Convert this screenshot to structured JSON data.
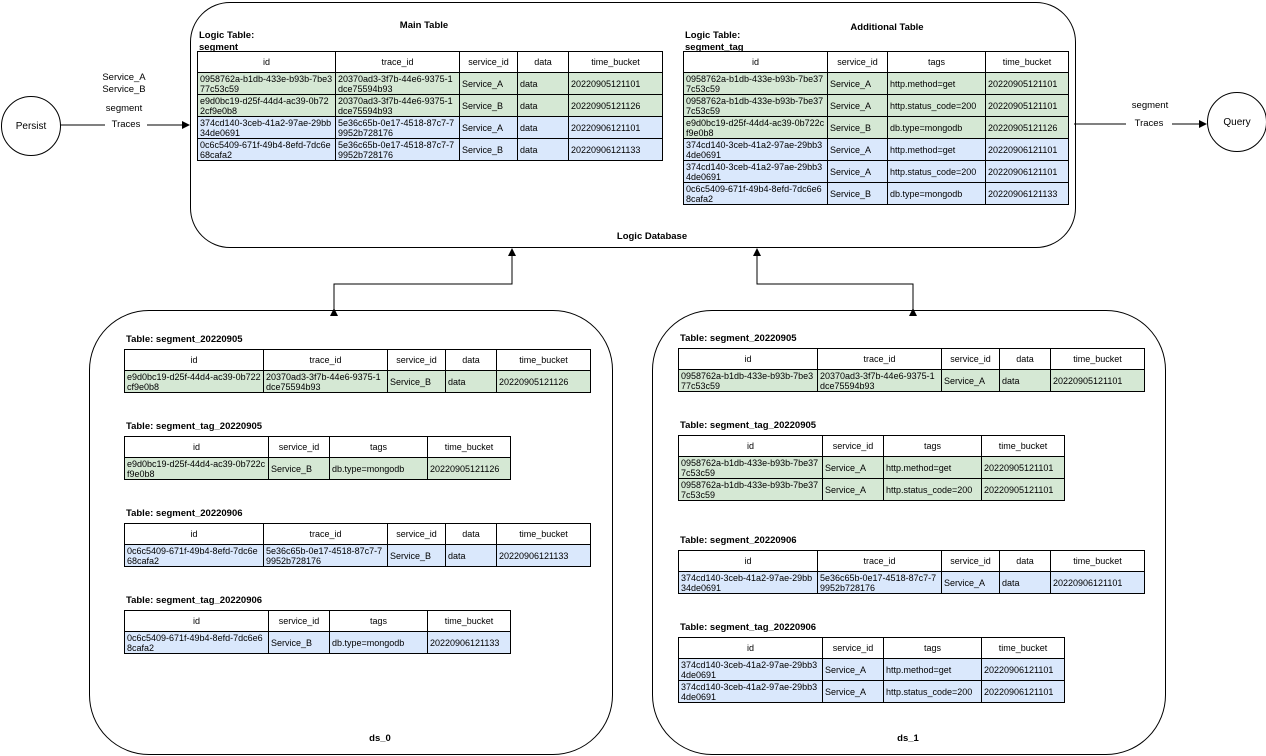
{
  "persist_label": "Persist",
  "query_label": "Query",
  "left_edge": {
    "line1": "Service_A",
    "line2": "Service_B",
    "line3": "segment",
    "line4": "Traces"
  },
  "right_edge": {
    "line1": "segment",
    "line2": "Traces"
  },
  "logic_db": {
    "label": "Logic Database",
    "main_title": "Main Table",
    "additional_title": "Additional  Table",
    "main_caption_1": "Logic Table:",
    "main_caption_2": "segment",
    "additional_caption_1": "Logic Table:",
    "additional_caption_2": "segment_tag",
    "main_table": {
      "headers": [
        "id",
        "trace_id",
        "service_id",
        "data",
        "time_bucket"
      ],
      "rows": [
        [
          "0958762a-b1db-433e-b93b-7be377c53c59",
          "20370ad3-3f7b-44e6-9375-1dce75594b93",
          "Service_A",
          "data",
          "20220905121101"
        ],
        [
          "e9d0bc19-d25f-44d4-ac39-0b722cf9e0b8",
          "20370ad3-3f7b-44e6-9375-1dce75594b93",
          "Service_B",
          "data",
          "20220905121126"
        ],
        [
          "374cd140-3ceb-41a2-97ae-29bb34de0691",
          "5e36c65b-0e17-4518-87c7-79952b728176",
          "Service_A",
          "data",
          "20220906121101"
        ],
        [
          "0c6c5409-671f-49b4-8efd-7dc6e68cafa2",
          "5e36c65b-0e17-4518-87c7-79952b728176",
          "Service_B",
          "data",
          "20220906121133"
        ]
      ]
    },
    "additional_table": {
      "headers": [
        "id",
        "service_id",
        "tags",
        "time_bucket"
      ],
      "rows": [
        [
          "0958762a-b1db-433e-b93b-7be377c53c59",
          "Service_A",
          "http.method=get",
          "20220905121101"
        ],
        [
          "0958762a-b1db-433e-b93b-7be377c53c59",
          "Service_A",
          "http.status_code=200",
          "20220905121101"
        ],
        [
          "e9d0bc19-d25f-44d4-ac39-0b722cf9e0b8",
          "Service_B",
          "db.type=mongodb",
          "20220905121126"
        ],
        [
          "374cd140-3ceb-41a2-97ae-29bb34de0691",
          "Service_A",
          "http.method=get",
          "20220906121101"
        ],
        [
          "374cd140-3ceb-41a2-97ae-29bb34de0691",
          "Service_A",
          "http.status_code=200",
          "20220906121101"
        ],
        [
          "0c6c5409-671f-49b4-8efd-7dc6e68cafa2",
          "Service_B",
          "db.type=mongodb",
          "20220906121133"
        ]
      ]
    }
  },
  "ds_0": {
    "label": "ds_0",
    "t1": {
      "caption": "Table: segment_20220905",
      "headers": [
        "id",
        "trace_id",
        "service_id",
        "data",
        "time_bucket"
      ],
      "rows": [
        [
          "e9d0bc19-d25f-44d4-ac39-0b722cf9e0b8",
          "20370ad3-3f7b-44e6-9375-1dce75594b93",
          "Service_B",
          "data",
          "20220905121126"
        ]
      ]
    },
    "t2": {
      "caption": "Table: segment_tag_20220905",
      "headers": [
        "id",
        "service_id",
        "tags",
        "time_bucket"
      ],
      "rows": [
        [
          "e9d0bc19-d25f-44d4-ac39-0b722cf9e0b8",
          "Service_B",
          "db.type=mongodb",
          "20220905121126"
        ]
      ]
    },
    "t3": {
      "caption": "Table: segment_20220906",
      "headers": [
        "id",
        "trace_id",
        "service_id",
        "data",
        "time_bucket"
      ],
      "rows": [
        [
          "0c6c5409-671f-49b4-8efd-7dc6e68cafa2",
          "5e36c65b-0e17-4518-87c7-79952b728176",
          "Service_B",
          "data",
          "20220906121133"
        ]
      ]
    },
    "t4": {
      "caption": "Table: segment_tag_20220906",
      "headers": [
        "id",
        "service_id",
        "tags",
        "time_bucket"
      ],
      "rows": [
        [
          "0c6c5409-671f-49b4-8efd-7dc6e68cafa2",
          "Service_B",
          "db.type=mongodb",
          "20220906121133"
        ]
      ]
    }
  },
  "ds_1": {
    "label": "ds_1",
    "t1": {
      "caption": "Table: segment_20220905",
      "headers": [
        "id",
        "trace_id",
        "service_id",
        "data",
        "time_bucket"
      ],
      "rows": [
        [
          "0958762a-b1db-433e-b93b-7be377c53c59",
          "20370ad3-3f7b-44e6-9375-1dce75594b93",
          "Service_A",
          "data",
          "20220905121101"
        ]
      ]
    },
    "t2": {
      "caption": "Table: segment_tag_20220905",
      "headers": [
        "id",
        "service_id",
        "tags",
        "time_bucket"
      ],
      "rows": [
        [
          "0958762a-b1db-433e-b93b-7be377c53c59",
          "Service_A",
          "http.method=get",
          "20220905121101"
        ],
        [
          "0958762a-b1db-433e-b93b-7be377c53c59",
          "Service_A",
          "http.status_code=200",
          "20220905121101"
        ]
      ]
    },
    "t3": {
      "caption": "Table: segment_20220906",
      "headers": [
        "id",
        "trace_id",
        "service_id",
        "data",
        "time_bucket"
      ],
      "rows": [
        [
          "374cd140-3ceb-41a2-97ae-29bb34de0691",
          "5e36c65b-0e17-4518-87c7-79952b728176",
          "Service_A",
          "data",
          "20220906121101"
        ]
      ]
    },
    "t4": {
      "caption": "Table: segment_tag_20220906",
      "headers": [
        "id",
        "service_id",
        "tags",
        "time_bucket"
      ],
      "rows": [
        [
          "374cd140-3ceb-41a2-97ae-29bb34de0691",
          "Service_A",
          "http.method=get",
          "20220906121101"
        ],
        [
          "374cd140-3ceb-41a2-97ae-29bb34de0691",
          "Service_A",
          "http.status_code=200",
          "20220906121101"
        ]
      ]
    }
  }
}
